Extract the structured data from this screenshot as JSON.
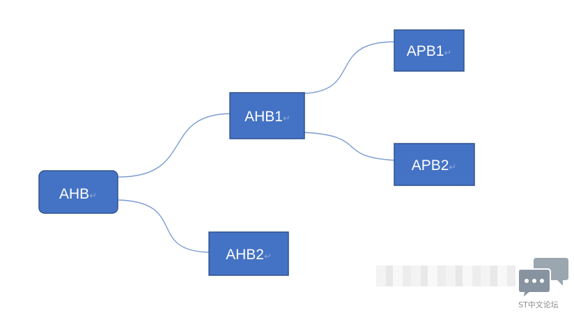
{
  "nodes": {
    "ahb": {
      "label": "AHB",
      "mark": "↵"
    },
    "ahb1": {
      "label": "AHB1",
      "mark": "↵"
    },
    "ahb2": {
      "label": "AHB2",
      "mark": "↵"
    },
    "apb1": {
      "label": "APB1",
      "mark": "↵"
    },
    "apb2": {
      "label": "APB2",
      "mark": "↵"
    }
  },
  "edges": [
    {
      "from": "AHB",
      "to": "AHB1"
    },
    {
      "from": "AHB",
      "to": "AHB2"
    },
    {
      "from": "AHB1",
      "to": "APB1"
    },
    {
      "from": "AHB1",
      "to": "APB2"
    }
  ],
  "watermark": {
    "text": "ST中文论坛",
    "icon": "chat-bubbles-icon"
  },
  "colors": {
    "node_fill": "#4472c4",
    "node_border": "#2f528f",
    "connector": "#7a9bd1",
    "watermark_gray": "#9aa6b0"
  }
}
